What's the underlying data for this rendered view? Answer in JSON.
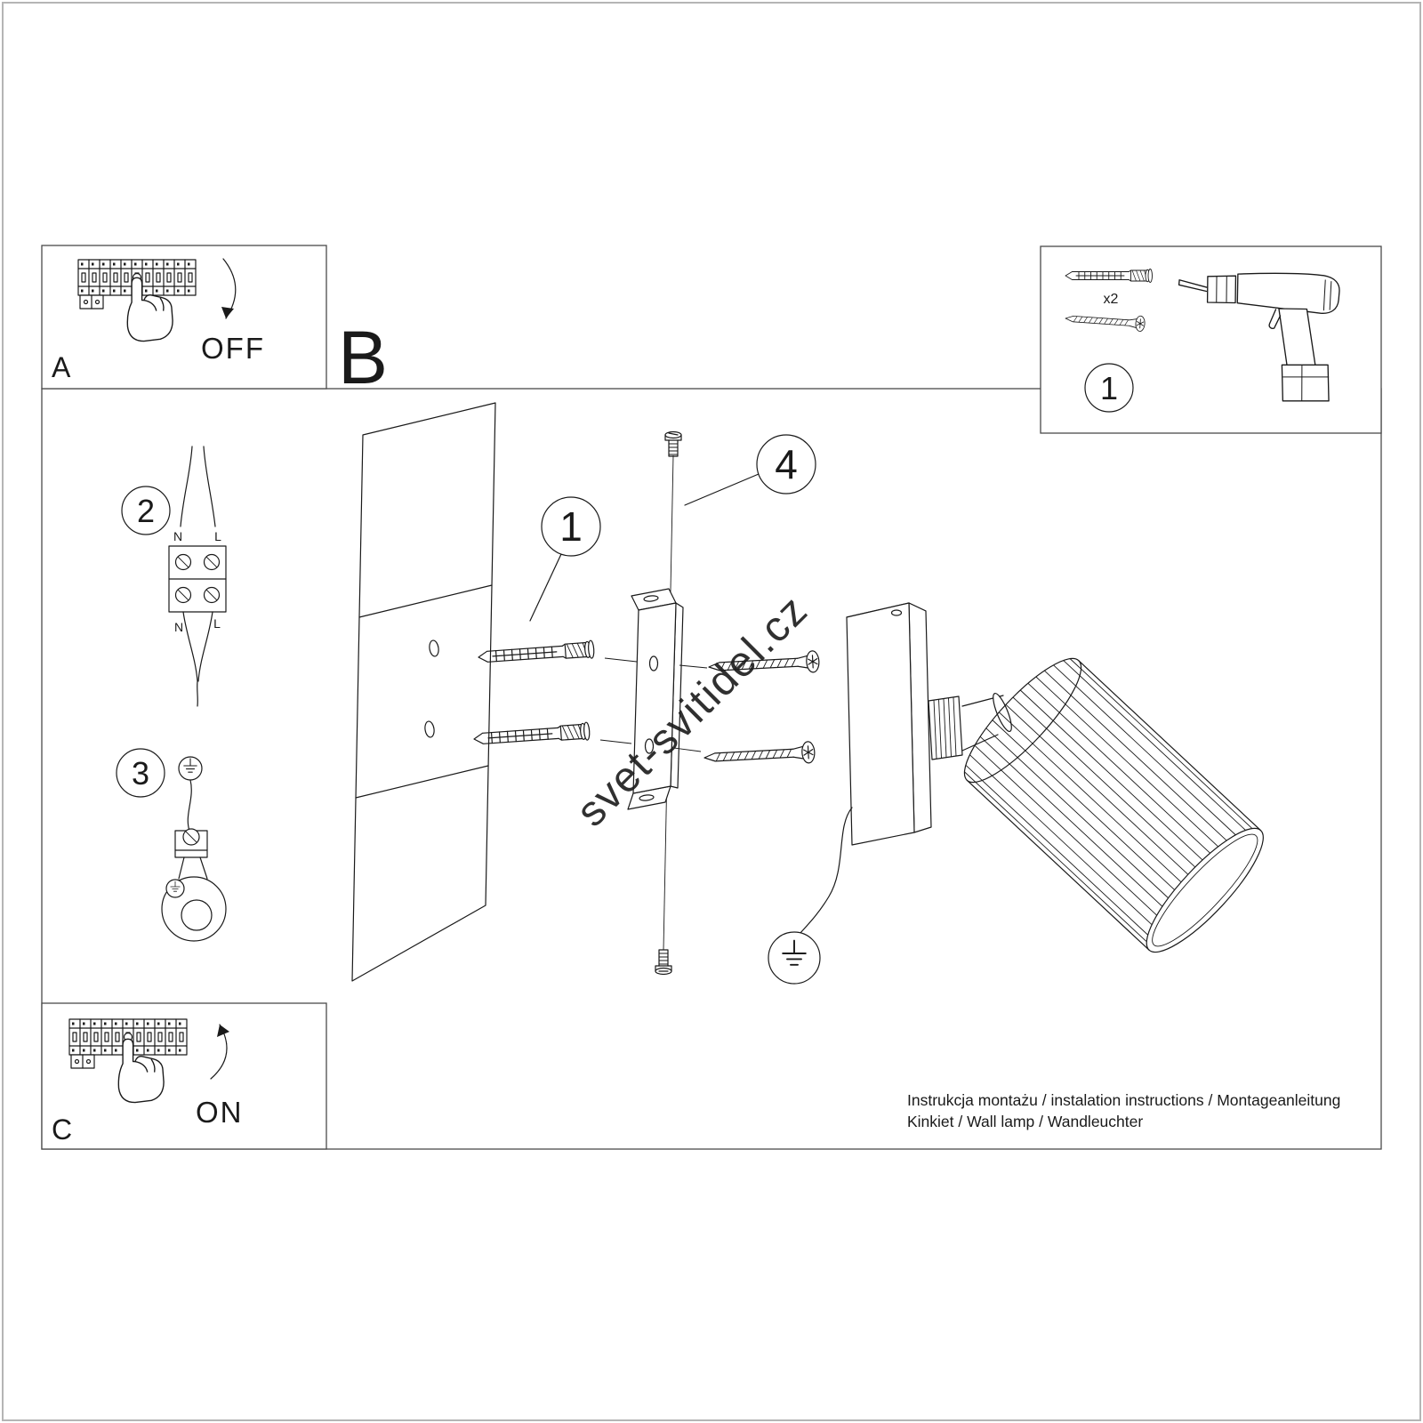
{
  "colors": {
    "line": "#1a1a1a",
    "frame": "#4a4a4a",
    "page_border": "#b5b5b5",
    "watermark": "#c9c9c9"
  },
  "sections": {
    "a": {
      "label": "A",
      "action": "OFF"
    },
    "b": {
      "label": "B"
    },
    "c": {
      "label": "C",
      "action": "ON"
    }
  },
  "callouts": {
    "main_anchor": "1",
    "wiring": "2",
    "grounding": "3",
    "bracket_screw": "4",
    "tools": "1"
  },
  "tools": {
    "anchor_qty": "x2"
  },
  "wiring_labels": {
    "in_n": "N",
    "in_l": "L",
    "out_n": "N",
    "out_l": "L"
  },
  "watermark": "svet-svitidel.cz",
  "footer": {
    "line1": "Instrukcja montażu / instalation instructions / Montageanleitung",
    "line2": "Kinkiet / Wall lamp / Wandleuchter"
  }
}
